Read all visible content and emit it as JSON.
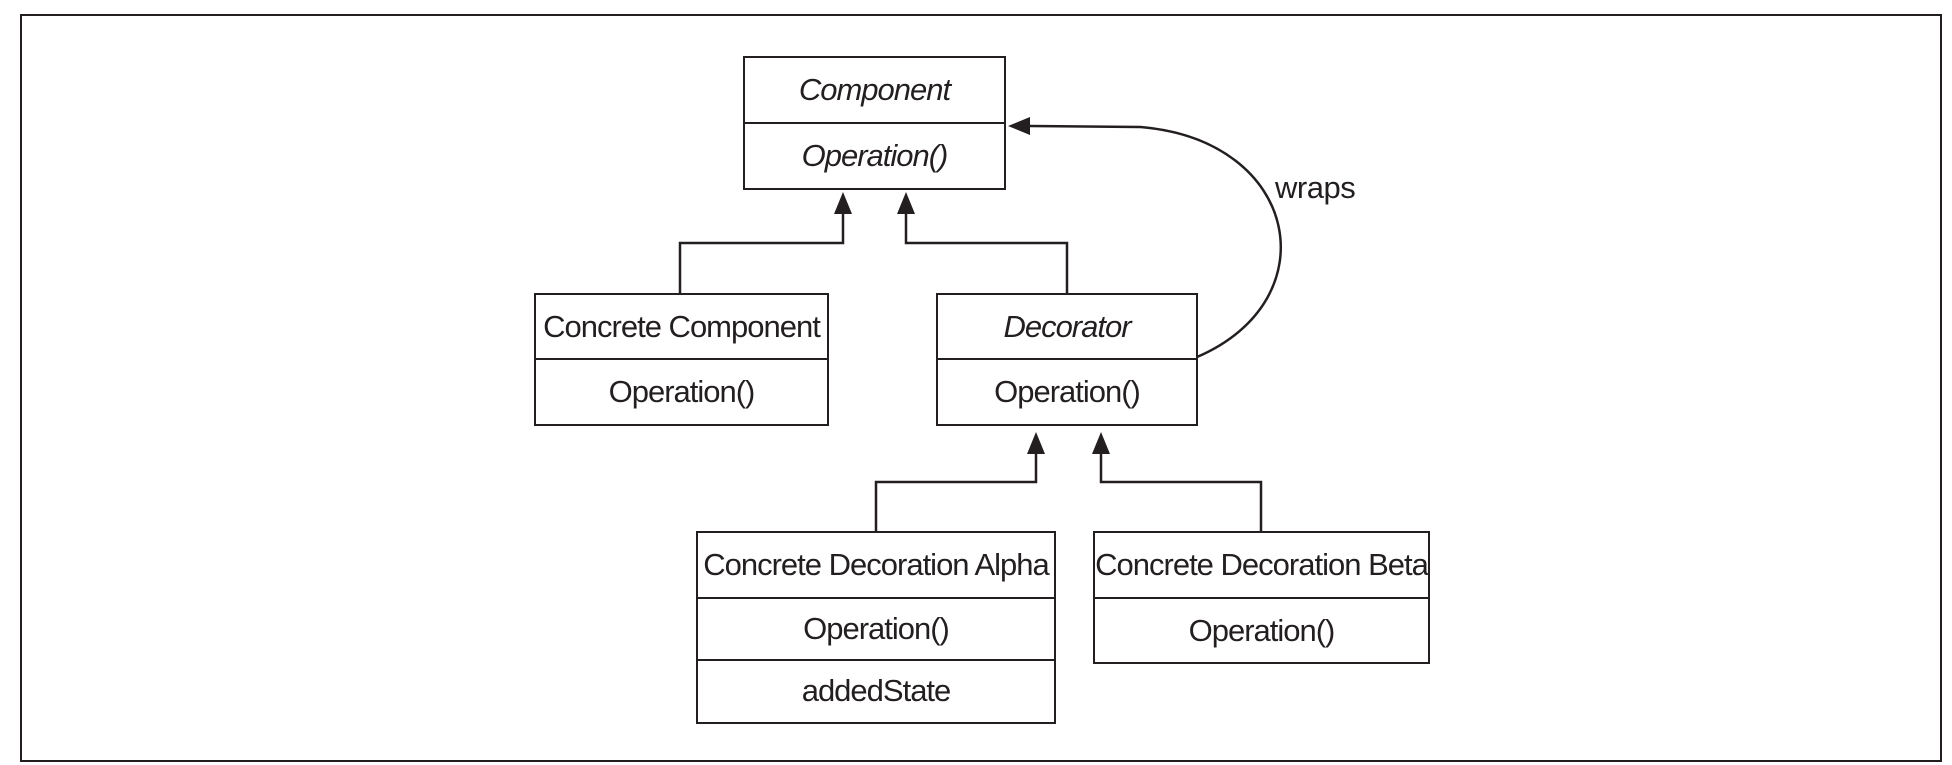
{
  "diagram": {
    "classes": {
      "component": {
        "name": "Component",
        "operation": "Operation()"
      },
      "concrete_component": {
        "name": "Concrete Component",
        "operation": "Operation()"
      },
      "decorator": {
        "name": "Decorator",
        "operation": "Operation()"
      },
      "alpha": {
        "name": "Concrete Decoration Alpha",
        "operation": "Operation()",
        "field": "addedState"
      },
      "beta": {
        "name": "Concrete Decoration Beta",
        "operation": "Operation()"
      }
    },
    "wraps_label": "wraps",
    "colors": {
      "stroke": "#231f20",
      "background": "#ffffff"
    }
  }
}
